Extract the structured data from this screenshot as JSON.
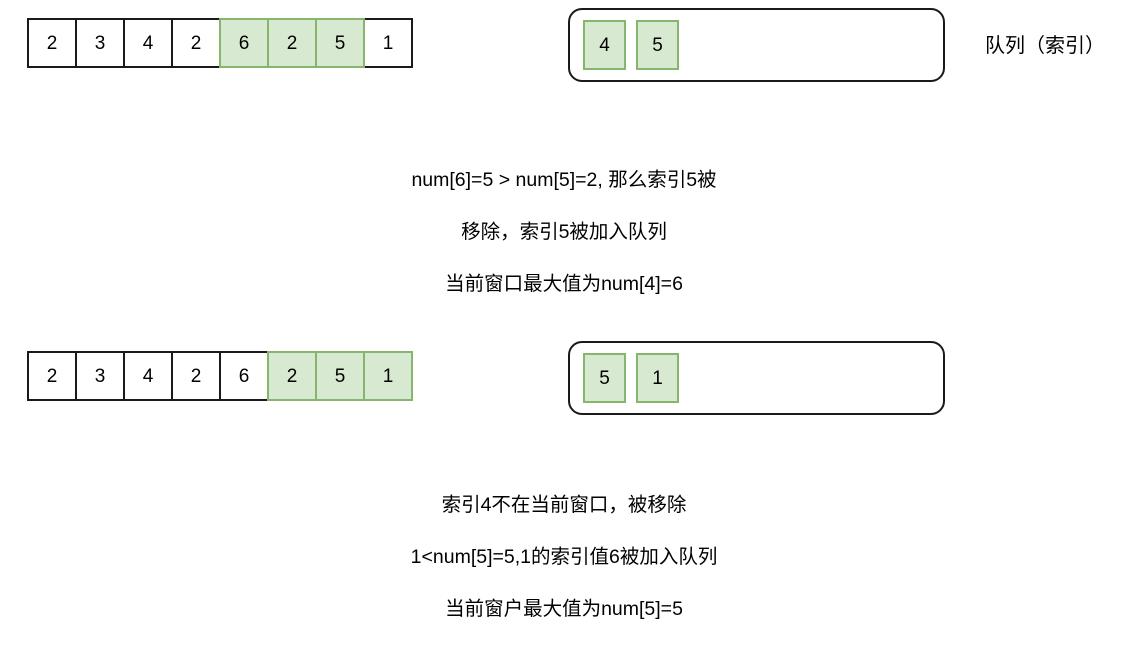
{
  "figure": {
    "title": "Sliding window maximum — monotonic deque illustration",
    "colors": {
      "highlight_fill": "#d8e9d1",
      "highlight_border": "#86b56d",
      "cell_border": "#1a1a1a",
      "background": "#ffffff",
      "text": "#000000"
    }
  },
  "steps": [
    {
      "array": {
        "name": "array-row-1",
        "values": [
          "2",
          "3",
          "4",
          "2",
          "6",
          "2",
          "5",
          "1"
        ],
        "highlighted": [
          false,
          false,
          false,
          false,
          true,
          true,
          true,
          false
        ]
      },
      "queue": {
        "name": "queue-box-1",
        "items": [
          "4",
          "5"
        ],
        "label": "队列（索引）"
      },
      "caption": {
        "lines": [
          "num[6]=5  > num[5]=2, 那么索引5被",
          "移除，索引5被加入队列",
          "当前窗口最大值为num[4]=6"
        ]
      }
    },
    {
      "array": {
        "name": "array-row-2",
        "values": [
          "2",
          "3",
          "4",
          "2",
          "6",
          "2",
          "5",
          "1"
        ],
        "highlighted": [
          false,
          false,
          false,
          false,
          false,
          true,
          true,
          true
        ]
      },
      "queue": {
        "name": "queue-box-2",
        "items": [
          "5",
          "1"
        ],
        "label": ""
      },
      "caption": {
        "lines": [
          "索引4不在当前窗口，被移除",
          "1<num[5]=5,1的索引值6被加入队列",
          "当前窗户最大值为num[5]=5"
        ]
      }
    }
  ]
}
